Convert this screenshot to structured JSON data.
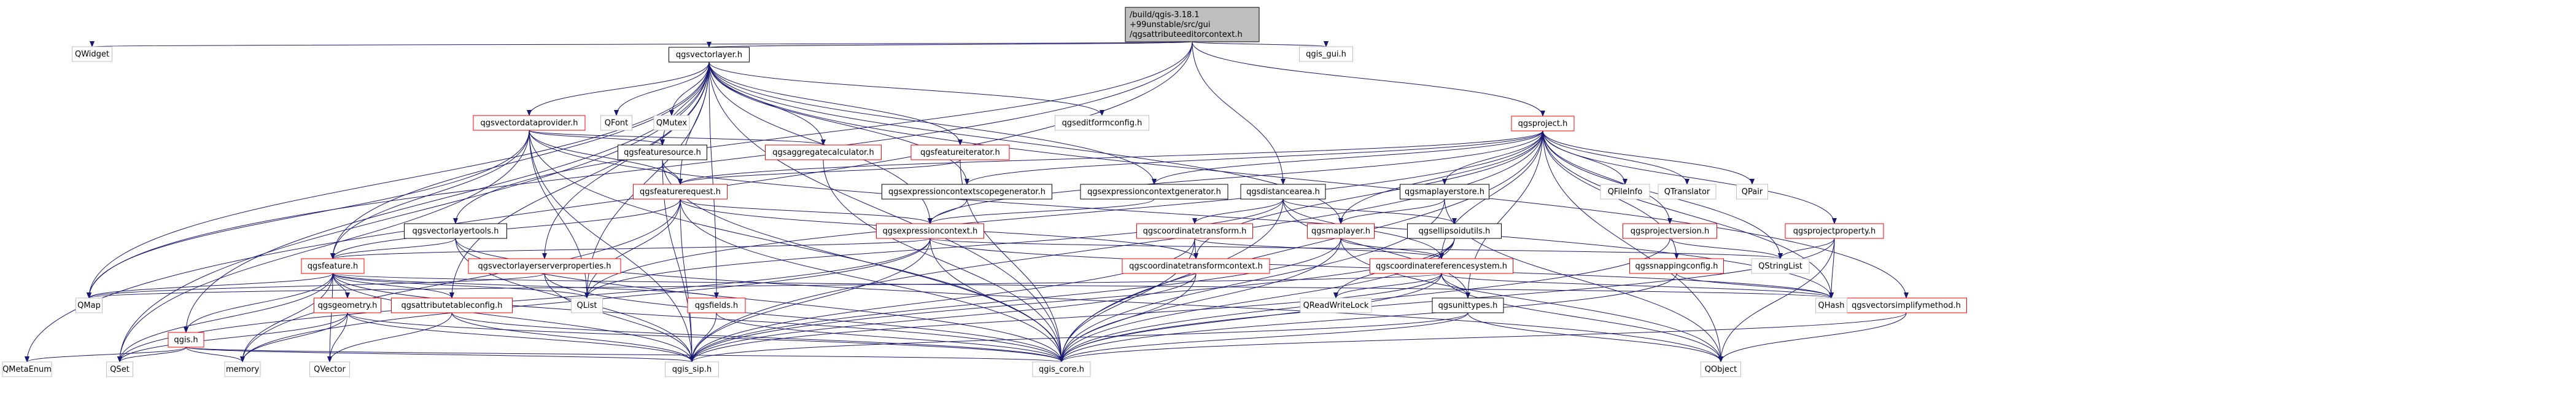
{
  "nodes": [
    {
      "id": "root",
      "lines": [
        "/build/qgis-3.18.1",
        "+99unstable/src/gui",
        "/qgsattributeeditorcontext.h"
      ],
      "style": "root"
    },
    {
      "id": "qwidget",
      "lines": [
        "QWidget"
      ],
      "style": "leaf"
    },
    {
      "id": "qgsvectorlayer",
      "lines": [
        "qgsvectorlayer.h"
      ],
      "style": "file"
    },
    {
      "id": "qgis_gui",
      "lines": [
        "qgis_gui.h"
      ],
      "style": "leaf"
    },
    {
      "id": "qgsproject",
      "lines": [
        "qgsproject.h"
      ],
      "style": "red"
    },
    {
      "id": "qgsvectordataprovider",
      "lines": [
        "qgsvectordataprovider.h"
      ],
      "style": "red"
    },
    {
      "id": "qfont",
      "lines": [
        "QFont"
      ],
      "style": "leaf"
    },
    {
      "id": "qmutex",
      "lines": [
        "QMutex"
      ],
      "style": "leaf"
    },
    {
      "id": "qgseditformconfig",
      "lines": [
        "qgseditformconfig.h"
      ],
      "style": "leaf"
    },
    {
      "id": "qgsfeaturesource",
      "lines": [
        "qgsfeaturesource.h"
      ],
      "style": "file"
    },
    {
      "id": "qgsaggregatecalculator",
      "lines": [
        "qgsaggregatecalculator.h"
      ],
      "style": "red"
    },
    {
      "id": "qgsfeatureiterator",
      "lines": [
        "qgsfeatureiterator.h"
      ],
      "style": "red"
    },
    {
      "id": "qgsfeaturerequest",
      "lines": [
        "qgsfeaturerequest.h"
      ],
      "style": "red"
    },
    {
      "id": "qgsexpressioncontextscopegenerator",
      "lines": [
        "qgsexpressioncontextscopegenerator.h"
      ],
      "style": "file"
    },
    {
      "id": "qgsexpressioncontextgenerator",
      "lines": [
        "qgsexpressioncontextgenerator.h"
      ],
      "style": "file"
    },
    {
      "id": "qgsdistancearea",
      "lines": [
        "qgsdistancearea.h"
      ],
      "style": "file"
    },
    {
      "id": "qgsmaplayerstore",
      "lines": [
        "qgsmaplayerstore.h"
      ],
      "style": "file"
    },
    {
      "id": "qfileinfo",
      "lines": [
        "QFileInfo"
      ],
      "style": "leaf"
    },
    {
      "id": "qtranslator",
      "lines": [
        "QTranslator"
      ],
      "style": "leaf"
    },
    {
      "id": "qpair",
      "lines": [
        "QPair"
      ],
      "style": "leaf"
    },
    {
      "id": "qgsvectorlayertools",
      "lines": [
        "qgsvectorlayertools.h"
      ],
      "style": "file"
    },
    {
      "id": "qgsexpressioncontext",
      "lines": [
        "qgsexpressioncontext.h"
      ],
      "style": "red"
    },
    {
      "id": "qgscoordinatetransform",
      "lines": [
        "qgscoordinatetransform.h"
      ],
      "style": "red"
    },
    {
      "id": "qgsmaplayer",
      "lines": [
        "qgsmaplayer.h"
      ],
      "style": "red"
    },
    {
      "id": "qgsellipsoidutils",
      "lines": [
        "qgsellipsoidutils.h"
      ],
      "style": "file"
    },
    {
      "id": "qgsprojectversion",
      "lines": [
        "qgsprojectversion.h"
      ],
      "style": "red"
    },
    {
      "id": "qgsprojectproperty",
      "lines": [
        "qgsprojectproperty.h"
      ],
      "style": "red"
    },
    {
      "id": "qgsvectorlayerserverproperties",
      "lines": [
        "qgsvectorlayerserverproperties.h"
      ],
      "style": "red"
    },
    {
      "id": "qgsfeature",
      "lines": [
        "qgsfeature.h"
      ],
      "style": "red"
    },
    {
      "id": "qgscoordinatetransformcontext",
      "lines": [
        "qgscoordinatetransformcontext.h"
      ],
      "style": "red"
    },
    {
      "id": "qgscoordinatereferencesystem",
      "lines": [
        "qgscoordinatereferencesystem.h"
      ],
      "style": "red"
    },
    {
      "id": "qgssnappingconfig",
      "lines": [
        "qgssnappingconfig.h"
      ],
      "style": "red"
    },
    {
      "id": "qstringlist",
      "lines": [
        "QStringList"
      ],
      "style": "leaf"
    },
    {
      "id": "qgsgeometry",
      "lines": [
        "qgsgeometry.h"
      ],
      "style": "red"
    },
    {
      "id": "qgsattributetableconfig",
      "lines": [
        "qgsattributetableconfig.h"
      ],
      "style": "red"
    },
    {
      "id": "qlist",
      "lines": [
        "QList"
      ],
      "style": "leaf"
    },
    {
      "id": "qgsfields",
      "lines": [
        "qgsfields.h"
      ],
      "style": "red"
    },
    {
      "id": "qgsunittypes",
      "lines": [
        "qgsunittypes.h"
      ],
      "style": "file"
    },
    {
      "id": "qreadwritelock",
      "lines": [
        "QReadWriteLock"
      ],
      "style": "leaf"
    },
    {
      "id": "qgsvectorsimplifymethod",
      "lines": [
        "qgsvectorsimplifymethod.h"
      ],
      "style": "red"
    },
    {
      "id": "qmap",
      "lines": [
        "QMap"
      ],
      "style": "leaf"
    },
    {
      "id": "qgis_h",
      "lines": [
        "qgis.h"
      ],
      "style": "red"
    },
    {
      "id": "qmetaenum",
      "lines": [
        "QMetaEnum"
      ],
      "style": "leaf"
    },
    {
      "id": "qset",
      "lines": [
        "QSet"
      ],
      "style": "leaf"
    },
    {
      "id": "memory",
      "lines": [
        "memory"
      ],
      "style": "leaf"
    },
    {
      "id": "qvector",
      "lines": [
        "QVector"
      ],
      "style": "leaf"
    },
    {
      "id": "qgis_sip",
      "lines": [
        "qgis_sip.h"
      ],
      "style": "leaf"
    },
    {
      "id": "qgis_core",
      "lines": [
        "qgis_core.h"
      ],
      "style": "leaf"
    },
    {
      "id": "qhash",
      "lines": [
        "QHash"
      ],
      "style": "leaf"
    },
    {
      "id": "qobject",
      "lines": [
        "QObject"
      ],
      "style": "leaf"
    }
  ],
  "edges": [
    [
      "root",
      "qwidget"
    ],
    [
      "root",
      "qgsvectorlayer"
    ],
    [
      "root",
      "qgis_gui"
    ],
    [
      "root",
      "qgsproject"
    ],
    [
      "root",
      "qgsdistancearea"
    ],
    [
      "root",
      "qgsvectorlayertools"
    ],
    [
      "root",
      "qmap"
    ],
    [
      "root",
      "qmetaenum"
    ],
    [
      "qgsvectorlayer",
      "qgsvectordataprovider"
    ],
    [
      "qgsvectorlayer",
      "qfont"
    ],
    [
      "qgsvectorlayer",
      "qmutex"
    ],
    [
      "qgsvectorlayer",
      "qgseditformconfig"
    ],
    [
      "qgsvectorlayer",
      "qgsfeaturesource"
    ],
    [
      "qgsvectorlayer",
      "qgsaggregatecalculator"
    ],
    [
      "qgsvectorlayer",
      "qgsfeatureiterator"
    ],
    [
      "qgsvectorlayer",
      "qgsfeaturerequest"
    ],
    [
      "qgsvectorlayer",
      "qgsexpressioncontextscopegenerator"
    ],
    [
      "qgsvectorlayer",
      "qgsexpressioncontextgenerator"
    ],
    [
      "qgsvectorlayer",
      "qgsmaplayer"
    ],
    [
      "qgsvectorlayer",
      "qgsvectorlayerserverproperties"
    ],
    [
      "qgsvectorlayer",
      "qgsfeature"
    ],
    [
      "qgsvectorlayer",
      "qgsfields"
    ],
    [
      "qgsvectorlayer",
      "qgsattributetableconfig"
    ],
    [
      "qgsvectorlayer",
      "qgsvectorsimplifymethod"
    ],
    [
      "qgsvectorlayer",
      "qgis_h"
    ],
    [
      "qgsvectorlayer",
      "qmap"
    ],
    [
      "qgsvectorlayer",
      "qset"
    ],
    [
      "qgsvectorlayer",
      "qlist"
    ],
    [
      "qgsvectorlayer",
      "qgis_core"
    ],
    [
      "qgsvectorlayer",
      "qgsexpressioncontext"
    ],
    [
      "qgsvectordataprovider",
      "qgsfeaturesource"
    ],
    [
      "qgsvectordataprovider",
      "qgsfeaturerequest"
    ],
    [
      "qgsvectordataprovider",
      "qgsaggregatecalculator"
    ],
    [
      "qgsvectordataprovider",
      "qgsfeature"
    ],
    [
      "qgsvectordataprovider",
      "qmap"
    ],
    [
      "qgsvectordataprovider",
      "qset"
    ],
    [
      "qgsvectordataprovider",
      "qlist"
    ],
    [
      "qgsvectordataprovider",
      "qhash"
    ],
    [
      "qgsvectordataprovider",
      "qgis_core"
    ],
    [
      "qgsvectordataprovider",
      "qgis_sip"
    ],
    [
      "qgsfeaturesource",
      "qgsfeaturerequest"
    ],
    [
      "qgsfeaturesource",
      "qgis_core"
    ],
    [
      "qgsfeaturesource",
      "qgis_sip"
    ],
    [
      "qgsaggregatecalculator",
      "qgis_core"
    ],
    [
      "qgsfeatureiterator",
      "qgsfeaturerequest"
    ],
    [
      "qgsfeatureiterator",
      "qgis_core"
    ],
    [
      "qgsfeaturerequest",
      "qgsfeature"
    ],
    [
      "qgsfeaturerequest",
      "qgsexpressioncontext"
    ],
    [
      "qgsfeaturerequest",
      "qlist"
    ],
    [
      "qgsfeaturerequest",
      "memory"
    ],
    [
      "qgsfeaturerequest",
      "qgis_core"
    ],
    [
      "qgsfeaturerequest",
      "qgis_sip"
    ],
    [
      "qgsfeaturerequest",
      "qgscoordinatetransformcontext"
    ],
    [
      "qgsexpressioncontextscopegenerator",
      "qgsexpressioncontext"
    ],
    [
      "qgsexpressioncontextgenerator",
      "qgsexpressioncontext"
    ],
    [
      "qgsexpressioncontext",
      "qgsfeature"
    ],
    [
      "qgsexpressioncontext",
      "qset"
    ],
    [
      "qgsexpressioncontext",
      "qstringlist"
    ],
    [
      "qgsexpressioncontext",
      "qhash"
    ],
    [
      "qgsexpressioncontext",
      "qgis_core"
    ],
    [
      "qgsexpressioncontext",
      "qgis_sip"
    ],
    [
      "qgsexpressioncontext",
      "memory"
    ],
    [
      "qgsproject",
      "qgsexpressioncontextscopegenerator"
    ],
    [
      "qgsproject",
      "qgsexpressioncontextgenerator"
    ],
    [
      "qgsproject",
      "qgsmaplayerstore"
    ],
    [
      "qgsproject",
      "qfileinfo"
    ],
    [
      "qgsproject",
      "qtranslator"
    ],
    [
      "qgsproject",
      "qpair"
    ],
    [
      "qgsproject",
      "qgsprojectversion"
    ],
    [
      "qgsproject",
      "qgsprojectproperty"
    ],
    [
      "qgsproject",
      "qgssnappingconfig"
    ],
    [
      "qgsproject",
      "qgscoordinatereferencesystem"
    ],
    [
      "qgsproject",
      "qgscoordinatetransformcontext"
    ],
    [
      "qgsproject",
      "qgsunittypes"
    ],
    [
      "qgsproject",
      "qstringlist"
    ],
    [
      "qgsproject",
      "qhash"
    ],
    [
      "qgsproject",
      "qlist"
    ],
    [
      "qgsproject",
      "qobject"
    ],
    [
      "qgsproject",
      "qgis_core"
    ],
    [
      "qgsproject",
      "qgis_sip"
    ],
    [
      "qgsproject",
      "qgsexpressioncontext"
    ],
    [
      "qgsproject",
      "qgsfeaturerequest"
    ],
    [
      "qgsproject",
      "qgsmaplayer"
    ],
    [
      "qgsmaplayerstore",
      "qgsmaplayer"
    ],
    [
      "qgsmaplayerstore",
      "qgis_core"
    ],
    [
      "qgsmaplayerstore",
      "qobject"
    ],
    [
      "qgsprojectversion",
      "qstringlist"
    ],
    [
      "qgsprojectversion",
      "qgis_core"
    ],
    [
      "qgsprojectproperty",
      "qstringlist"
    ],
    [
      "qgsprojectproperty",
      "qhash"
    ],
    [
      "qgsprojectproperty",
      "qgis_core"
    ],
    [
      "qgsprojectproperty",
      "qobject"
    ],
    [
      "qgssnappingconfig",
      "qhash"
    ],
    [
      "qgssnappingconfig",
      "qgis_core"
    ],
    [
      "qgsdistancearea",
      "qgscoordinatetransform"
    ],
    [
      "qgsdistancearea",
      "qgsellipsoidutils"
    ],
    [
      "qgsdistancearea",
      "qgsunittypes"
    ],
    [
      "qgsdistancearea",
      "qlist"
    ],
    [
      "qgsdistancearea",
      "qgis_core"
    ],
    [
      "qgsdistancearea",
      "qgscoordinatereferencesystem"
    ],
    [
      "qgscoordinatetransform",
      "qgscoordinatetransformcontext"
    ],
    [
      "qgscoordinatetransform",
      "qgscoordinatereferencesystem"
    ],
    [
      "qgscoordinatetransform",
      "qgis_core"
    ],
    [
      "qgscoordinatetransform",
      "qgis_sip"
    ],
    [
      "qgsellipsoidutils",
      "qgscoordinatereferencesystem"
    ],
    [
      "qgsellipsoidutils",
      "qgis_core"
    ],
    [
      "qgsellipsoidutils",
      "qgis_sip"
    ],
    [
      "qgsellipsoidutils",
      "qreadwritelock"
    ],
    [
      "qgsmaplayer",
      "qgscoordinatereferencesystem"
    ],
    [
      "qgsmaplayer",
      "qgis_core"
    ],
    [
      "qgsmaplayer",
      "qgis_sip"
    ],
    [
      "qgsmaplayer",
      "qobject"
    ],
    [
      "qgscoordinatetransformcontext",
      "qgis_core"
    ],
    [
      "qgscoordinatetransformcontext",
      "qgis_sip"
    ],
    [
      "qgscoordinatereferencesystem",
      "qgsunittypes"
    ],
    [
      "qgscoordinatereferencesystem",
      "qhash"
    ],
    [
      "qgscoordinatereferencesystem",
      "qreadwritelock"
    ],
    [
      "qgscoordinatereferencesystem",
      "qmap"
    ],
    [
      "qgscoordinatereferencesystem",
      "qgis_core"
    ],
    [
      "qgscoordinatereferencesystem",
      "qgis_sip"
    ],
    [
      "qgscoordinatereferencesystem",
      "qobject"
    ],
    [
      "qgsunittypes",
      "qgis_core"
    ],
    [
      "qgsunittypes",
      "qgis_sip"
    ],
    [
      "qgsunittypes",
      "qobject"
    ],
    [
      "qgsvectorlayertools",
      "qgsfeature"
    ],
    [
      "qgsvectorlayertools",
      "qgis_core"
    ],
    [
      "qgsvectorlayertools",
      "qgis_sip"
    ],
    [
      "qgsvectorlayertools",
      "qobject"
    ],
    [
      "qgsvectorlayerserverproperties",
      "qmap"
    ],
    [
      "qgsvectorlayerserverproperties",
      "qgis_core"
    ],
    [
      "qgsvectorlayerserverproperties",
      "qgis_sip"
    ],
    [
      "qgsfeature",
      "qgsgeometry"
    ],
    [
      "qgsfeature",
      "qgsattributetableconfig"
    ],
    [
      "qgsfeature",
      "qgsfields"
    ],
    [
      "qgsfeature",
      "qmap"
    ],
    [
      "qgsfeature",
      "qset"
    ],
    [
      "qgsfeature",
      "qlist"
    ],
    [
      "qgsfeature",
      "qvector"
    ],
    [
      "qgsfeature",
      "memory"
    ],
    [
      "qgsfeature",
      "qgis_core"
    ],
    [
      "qgsfeature",
      "qgis_sip"
    ],
    [
      "qgsfeature",
      "qhash"
    ],
    [
      "qgsfeature",
      "qgis_h"
    ],
    [
      "qgsgeometry",
      "qset"
    ],
    [
      "qgsgeometry",
      "qvector"
    ],
    [
      "qgsgeometry",
      "memory"
    ],
    [
      "qgsgeometry",
      "qgis_core"
    ],
    [
      "qgsgeometry",
      "qgis_sip"
    ],
    [
      "qgsattributetableconfig",
      "qvector"
    ],
    [
      "qgsattributetableconfig",
      "qgis_core"
    ],
    [
      "qgsattributetableconfig",
      "qgis_sip"
    ],
    [
      "qgsfields",
      "qgis_core"
    ],
    [
      "qgsfields",
      "qgis_sip"
    ],
    [
      "qgis_h",
      "qmetaenum"
    ],
    [
      "qgis_h",
      "qset"
    ],
    [
      "qgis_h",
      "memory"
    ],
    [
      "qgis_h",
      "qgis_core"
    ],
    [
      "qgis_h",
      "qgis_sip"
    ],
    [
      "qgsvectorsimplifymethod",
      "qgis_core"
    ],
    [
      "qgsvectorsimplifymethod",
      "qobject"
    ]
  ]
}
